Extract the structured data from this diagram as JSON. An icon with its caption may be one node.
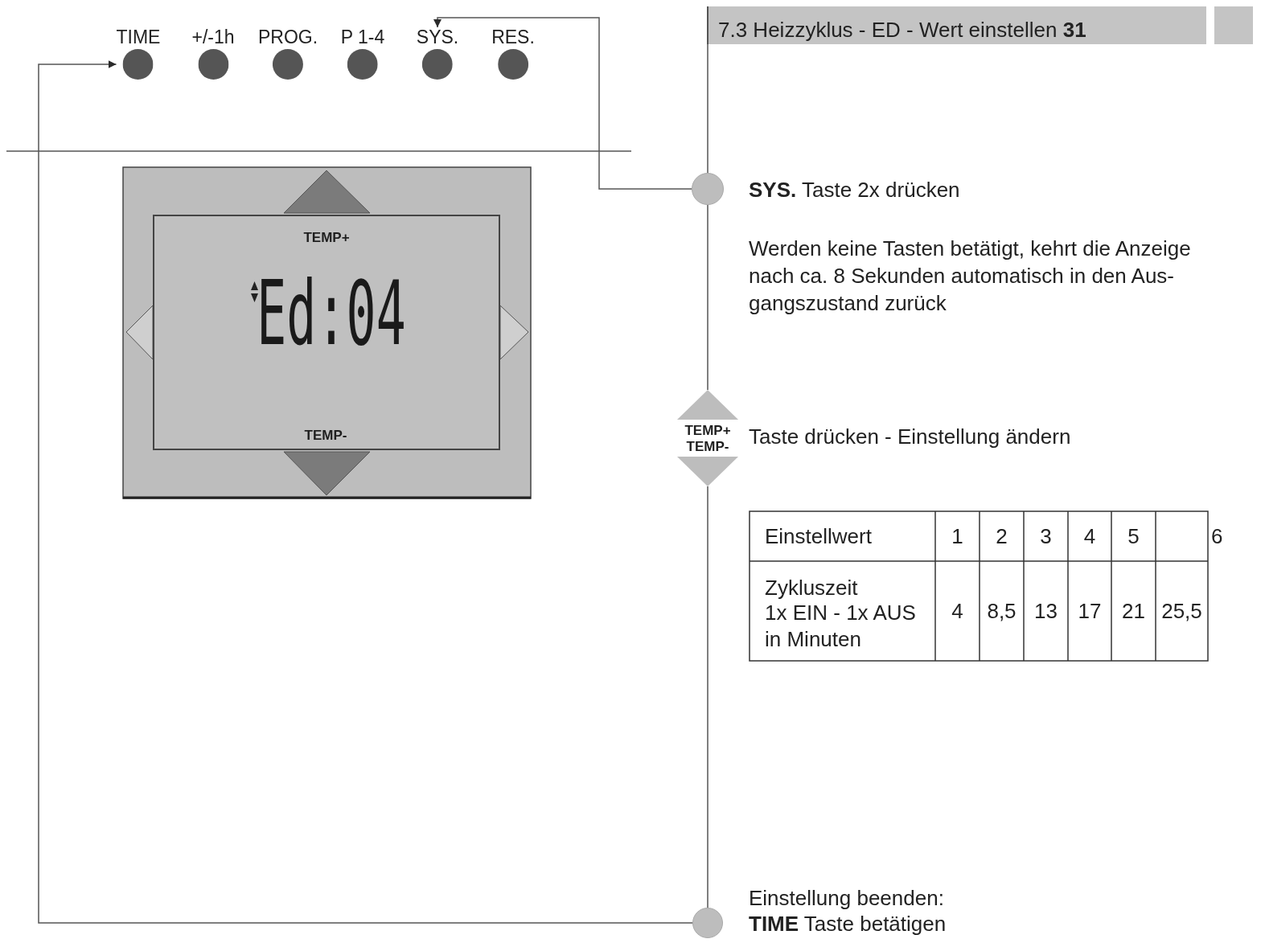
{
  "diagram": {
    "nodes": [
      {
        "text": [
          "7.3 Heizzyklus - ED - Wert einstellen **31**"
        ]
      },
      {
        "text": [
          "TIME"
        ]
      },
      {
        "text": [
          "+/-1h"
        ]
      },
      {
        "text": [
          "PROG."
        ]
      },
      {
        "text": [
          "P 1-4"
        ]
      },
      {
        "text": [
          "SYS."
        ]
      },
      {
        "text": [
          "RES."
        ]
      },
      {
        "text": [
          "TEMP+",
          "Ed:04",
          "TEMP-"
        ]
      },
      {
        "text": [],
        "shape": "circle",
        "beside": [
          "**SYS.** Taste 2x drücken",
          "Werden keine Tasten betätigt, kehrt die Anzeige nach ca. 8 Sekunden automatisch in den Aus- gangszustand zurück"
        ]
      },
      {
        "text": [
          "TEMP+",
          "TEMP-"
        ],
        "beside": [
          "Taste drücken - Einstellung ändern"
        ]
      },
      {
        "text": [],
        "shape": "circle",
        "beside": [
          "Einstellung beenden:",
          "**TIME** Taste betätigen"
        ]
      }
    ],
    "edges": [
      {
        "from": 0,
        "to": 8,
        "arrow": "none"
      },
      {
        "from": 8,
        "to": 5,
        "arrow": "to"
      },
      {
        "from": 8,
        "to": 9,
        "arrow": "none"
      },
      {
        "from": 9,
        "to": 10,
        "arrow": "none"
      },
      {
        "from": 10,
        "to": 1,
        "arrow": "to"
      }
    ],
    "labels": [
      "Einstellwert",
      "1",
      "2",
      "3",
      "4",
      "5",
      "6",
      "Zykluszeit",
      "1x EIN - 1x AUS",
      "in Minuten",
      "4",
      "8,5",
      "13",
      "17",
      "21",
      "25,5"
    ]
  }
}
